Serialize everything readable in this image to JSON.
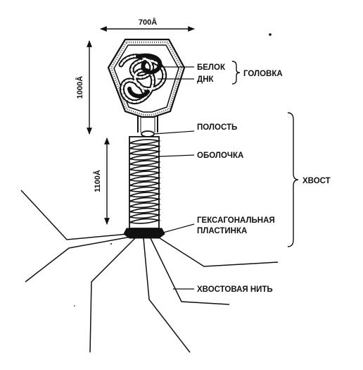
{
  "dimensions": {
    "head_width": "700Å",
    "head_height": "1000Å",
    "tail_length": "1100Å"
  },
  "labels": {
    "protein": "БЕЛОК",
    "dna": "ДНК",
    "head": "ГОЛОВКА",
    "cavity": "ПОЛОСТЬ",
    "sheath": "ОБОЛОЧКА",
    "tail": "ХВОСТ",
    "baseplate_line1": "ГЕКСАГОНАЛЬНАЯ",
    "baseplate_line2": "ПЛАСТИНКА",
    "tail_fiber": "ХВОСТОВАЯ НИТЬ"
  }
}
